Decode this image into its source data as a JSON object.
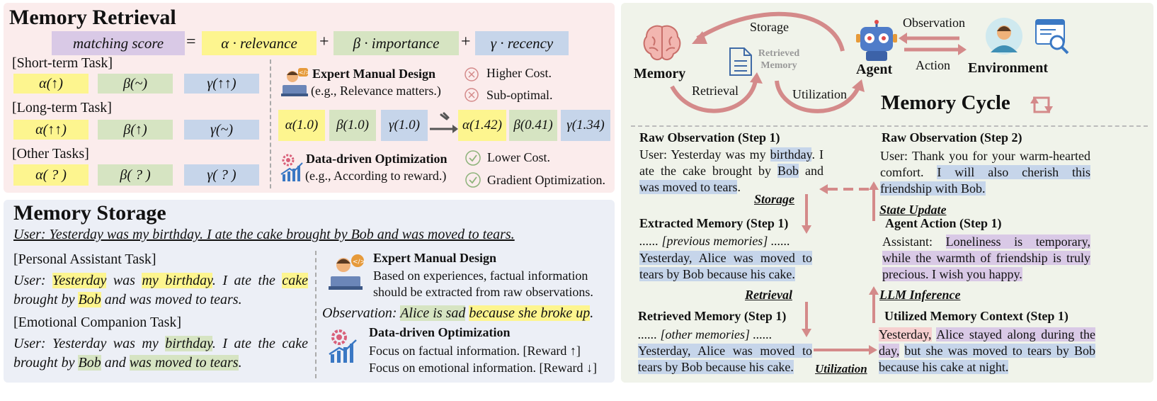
{
  "retrieval": {
    "title": "Memory Retrieval",
    "formula": {
      "lhs": "matching score",
      "eq": "=",
      "t1": "α · relevance",
      "plus1": "+",
      "t2": "β · importance",
      "plus2": "+",
      "t3": "γ · recency"
    },
    "tasks": [
      {
        "label": "[Short-term Task]",
        "a": "α(↑)",
        "b": "β(~)",
        "c": "γ(↑↑)"
      },
      {
        "label": "[Long-term Task]",
        "a": "α(↑↑)",
        "b": "β(↑)",
        "c": "γ(~)"
      },
      {
        "label": "[Other Tasks]",
        "a": "α( ? )",
        "b": "β( ? )",
        "c": "γ( ? )"
      }
    ],
    "expert": {
      "title": "Expert Manual Design",
      "sub": "(e.g., Relevance matters.)"
    },
    "cons": [
      "Higher Cost.",
      "Sub-optimal."
    ],
    "before": [
      "α(1.0)",
      "β(1.0)",
      "γ(1.0)"
    ],
    "after": [
      "α(1.42)",
      "β(0.41)",
      "γ(1.34)"
    ],
    "data": {
      "title": "Data-driven Optimization",
      "sub": "(e.g., According to reward.)"
    },
    "pros": [
      "Lower Cost.",
      "Gradient Optimization."
    ]
  },
  "storage": {
    "title": "Memory Storage",
    "sentence": "User: Yesterday was my birthday. I ate the cake brought by Bob and was moved to tears.",
    "pa_task": "[Personal Assistant Task]",
    "pa": {
      "p1": "User: ",
      "h1": "Yesterday",
      "p2": " was ",
      "h2": "my birthday",
      "p3": ". I ate the ",
      "h3": "cake",
      "p4": " brought by ",
      "h4": "Bob",
      "p5": " and was moved to tears."
    },
    "ec_task": "[Emotional Companion Task]",
    "ec": {
      "p1": "User: Yesterday was my ",
      "h1": "birthday",
      "p2": ". I ate the cake brought by ",
      "h2": "Bob",
      "p3": " and ",
      "h3": "was moved to tears",
      "p4": "."
    },
    "expert_title": "Expert Manual Design",
    "expert_l1": "Based on experiences, factual information",
    "expert_l2": "should be extracted from raw observations.",
    "obs_label": "Observation: ",
    "obs_h1": "Alice is sad",
    "obs_h2": "because she broke up",
    "obs_end": ".",
    "data_title": "Data-driven Optimization",
    "data_l1": "Focus on factual information. [Reward ↑]",
    "data_l2": "Focus on emotional information. [Reward ↓]"
  },
  "cycle": {
    "storage": "Storage",
    "retrieved_memory": "Retrieved Memory",
    "observation": "Observation",
    "action": "Action",
    "memory": "Memory",
    "agent": "Agent",
    "environment": "Environment",
    "retrieval": "Retrieval",
    "utilization": "Utilization",
    "title": "Memory Cycle"
  },
  "flow": {
    "raw1_title": "Raw Observation (Step 1)",
    "raw1_a": "User: Yesterday was my ",
    "raw1_h1": "birthday",
    "raw1_b": ". I ate the cake brought by ",
    "raw1_h2": "Bob",
    "raw1_c": " and ",
    "raw1_h3": "was moved to tears",
    "raw1_d": ".",
    "storage_lbl": "Storage",
    "ext_title": "Extracted Memory (Step 1)",
    "ext_prev": "...... [previous memories] ......",
    "ext_text": "Yesterday, Alice was moved to tears by Bob because his cake.",
    "retrieval_lbl": "Retrieval",
    "ret_title": "Retrieved Memory (Step 1)",
    "ret_other": "...... [other memories] ......",
    "ret_text": "Yesterday, Alice was moved to tears by Bob because his cake.",
    "utilization_lbl": "Utilization",
    "raw2_title": "Raw Observation (Step 2)",
    "raw2_a": "User: Thank you for your warm-hearted comfort. ",
    "raw2_h": "I will also cherish this friendship with Bob.",
    "state_lbl": "State Update",
    "act_title": "Agent Action (Step 1)",
    "act_a": "Assistant: ",
    "act_h": "Loneliness is temporary, while the warmth of friendship is truly precious. I wish you happy.",
    "llm_lbl": "LLM Inference",
    "util_title": "Utilized Memory Context (Step 1)",
    "util_h1": "Yesterday,",
    "util_h2": "Alice stayed along during the day,",
    "util_h3": "but she was moved to tears by Bob because his cake at night."
  },
  "colors": {
    "retrieval_bg": "#fbecec",
    "storage_bg": "#eceff6",
    "cycle_bg": "#f0f3ea",
    "arrow": "#d48a8a"
  }
}
